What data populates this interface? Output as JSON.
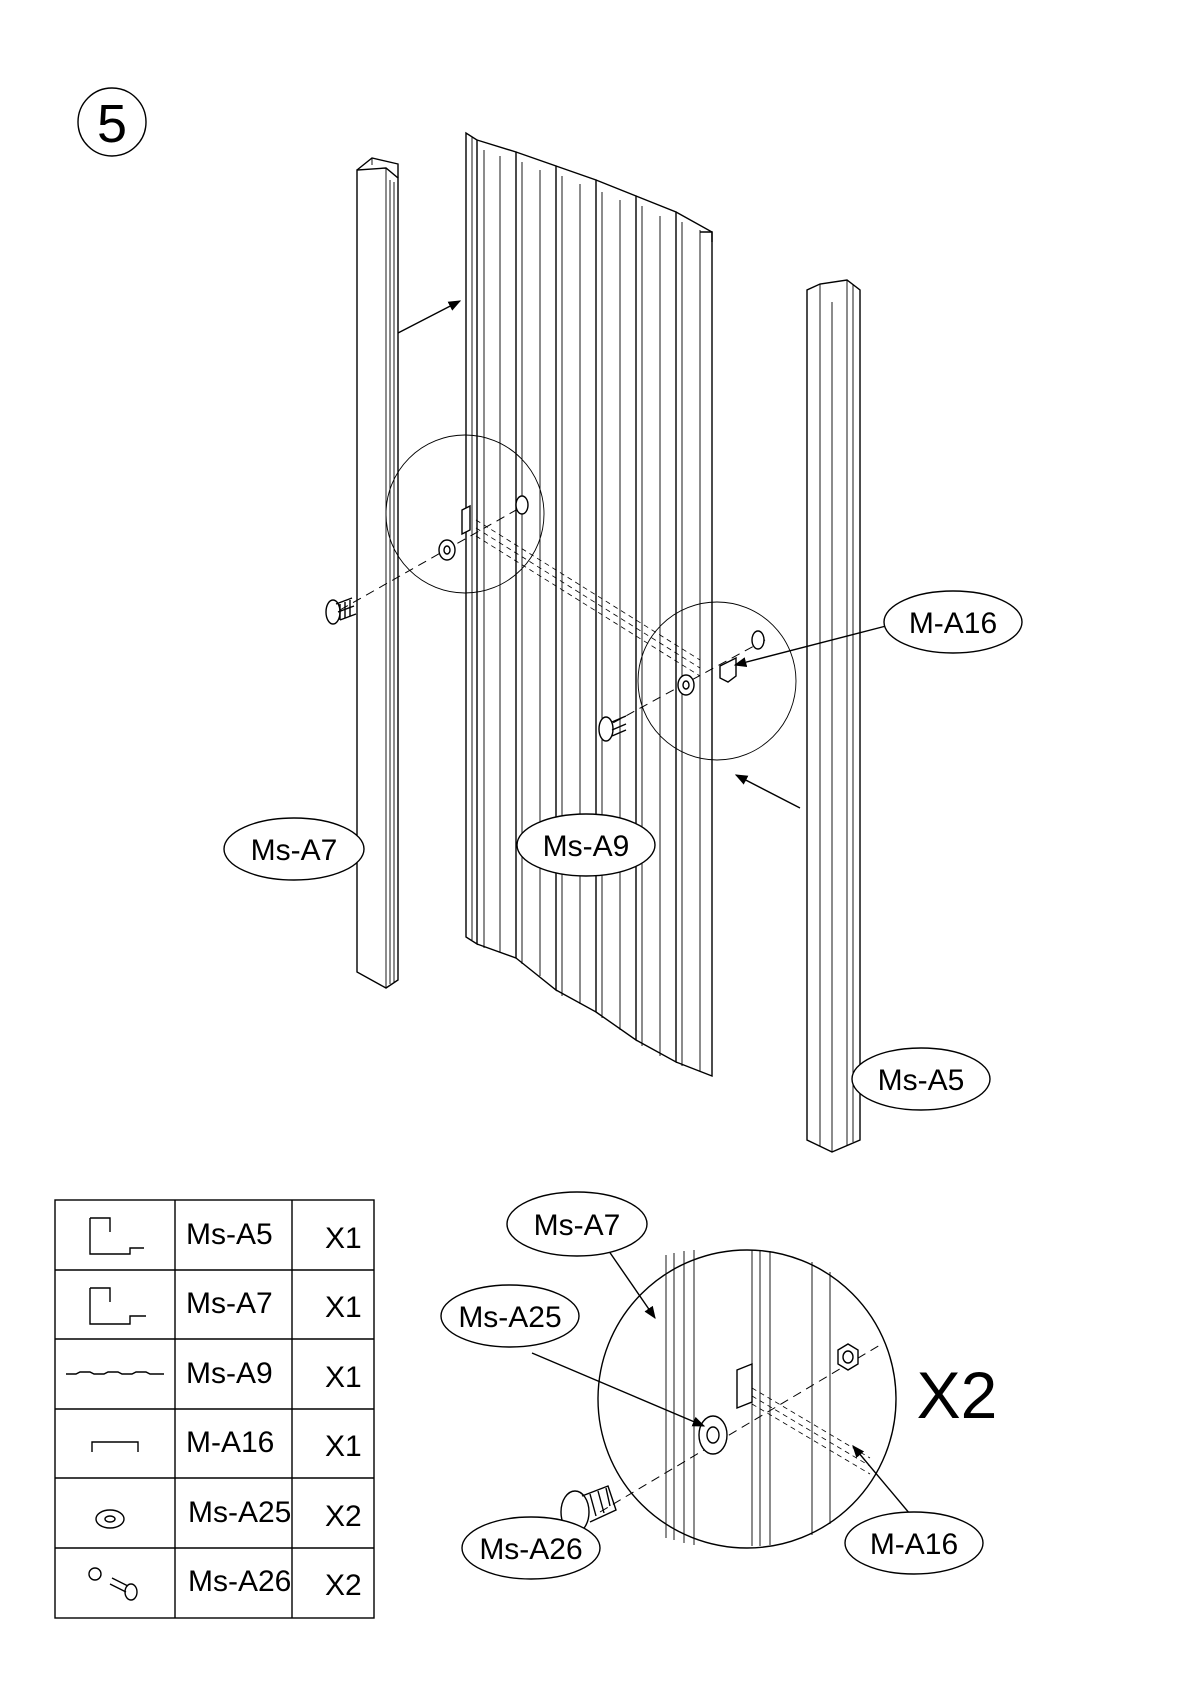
{
  "step": {
    "number": "5"
  },
  "callouts": {
    "main": {
      "ms_a7": "Ms-A7",
      "ms_a9": "Ms-A9",
      "ms_a5": "Ms-A5",
      "m_a16": "M-A16"
    },
    "detail": {
      "ms_a7": "Ms-A7",
      "ms_a25": "Ms-A25",
      "ms_a26": "Ms-A26",
      "m_a16": "M-A16",
      "multiplier": "X2"
    }
  },
  "parts_table": {
    "rows": [
      {
        "icon": "channel-profile-icon",
        "part": "Ms-A5",
        "qty": "X1"
      },
      {
        "icon": "channel-profile-icon",
        "part": "Ms-A7",
        "qty": "X1"
      },
      {
        "icon": "corrugated-panel-profile-icon",
        "part": "Ms-A9",
        "qty": "X1"
      },
      {
        "icon": "bracket-profile-icon",
        "part": "M-A16",
        "qty": "X1"
      },
      {
        "icon": "washer-icon",
        "part": "Ms-A25",
        "qty": "X2"
      },
      {
        "icon": "bolt-nut-icon",
        "part": "Ms-A26",
        "qty": "X2"
      }
    ]
  }
}
